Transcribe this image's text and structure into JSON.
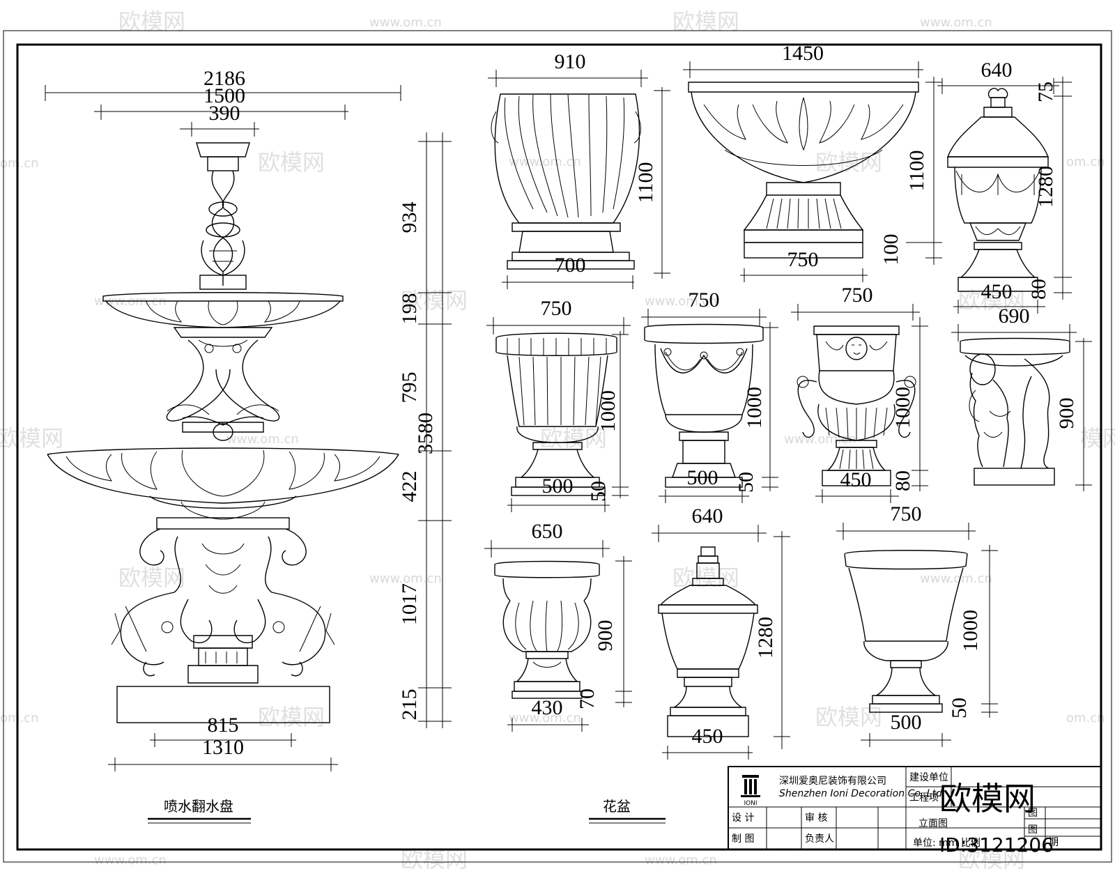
{
  "watermark": {
    "brand": "欧模网",
    "url": "www.om.cn",
    "url_partial": "om.cn",
    "brand_partial": "模网"
  },
  "fountain": {
    "caption": "喷水翻水盘",
    "dims": {
      "w_total": "2186",
      "w_mid": "1500",
      "w_top": "390",
      "h_top": "934",
      "h_bowl": "198",
      "h_mid": "795",
      "h_total": "3580",
      "h_lowerbowl": "422",
      "h_base": "1017",
      "h_plinth": "215",
      "w_base_inner": "815",
      "w_base_outer": "1310"
    }
  },
  "planters": {
    "caption": "花盆",
    "items": [
      {
        "width": "910",
        "height": "1100",
        "base": "700"
      },
      {
        "width": "1450",
        "height": "1100",
        "base": "750",
        "extra": "100"
      },
      {
        "width": "640",
        "height": "1280",
        "base": "450",
        "top": "75",
        "bottom": "80"
      },
      {
        "width": "750",
        "height": "1000",
        "base": "500",
        "bottom": "50"
      },
      {
        "width": "750",
        "height": "1000",
        "base": "500",
        "bottom": "50"
      },
      {
        "width": "750",
        "height": "1000",
        "base": "450",
        "bottom": "80"
      },
      {
        "width": "690",
        "height": "900"
      },
      {
        "width": "650",
        "height": "900",
        "base": "430",
        "bottom": "70"
      },
      {
        "width": "640",
        "height": "1280",
        "base": "450"
      },
      {
        "width": "750",
        "height": "1000",
        "base": "500",
        "bottom": "50"
      }
    ]
  },
  "title_block": {
    "company_cn": "深圳爱奥尼装饰有限公司",
    "company_en": "Shenzhen Ioni Decoration Co.,Ltd",
    "logo_text": "IONI",
    "client": "建设单位",
    "project": "工程项",
    "design": "设 计",
    "review": "审 核",
    "drawing": "制 图",
    "responsible": "负责人",
    "view": "立面图",
    "fig1": "图",
    "fig2": "图",
    "date": "期",
    "unit": "单位: mm 比例"
  },
  "brand_mark": {
    "name": "欧模网",
    "id": "ID:3121206"
  }
}
